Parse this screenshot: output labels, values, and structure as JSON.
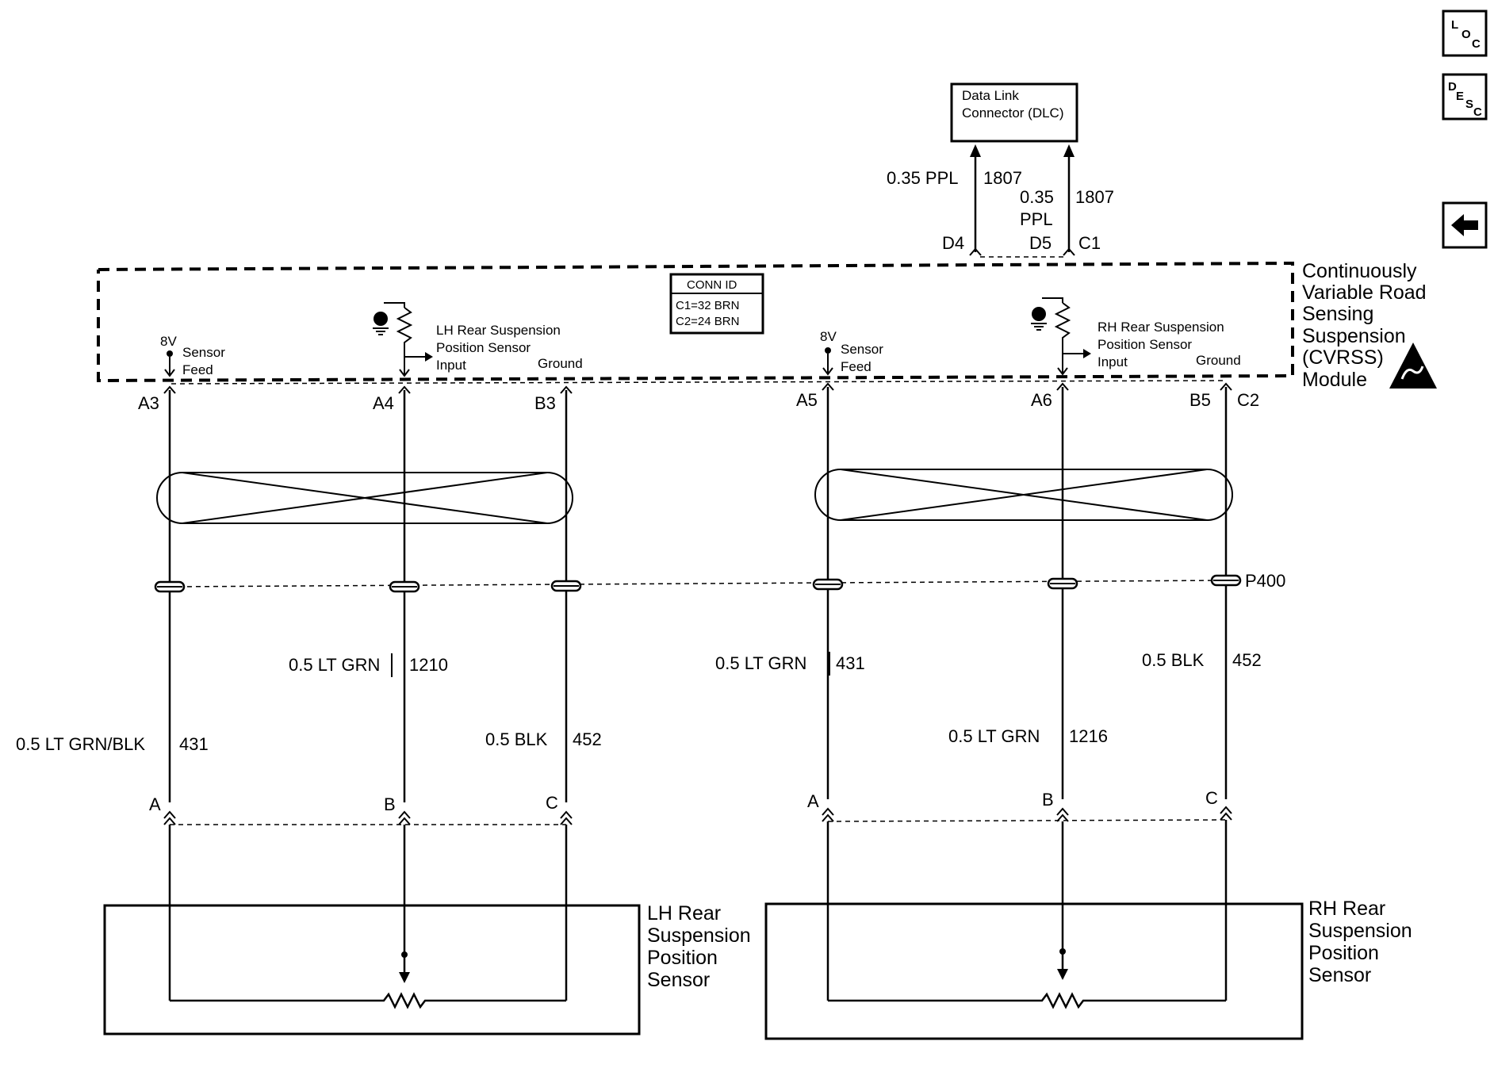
{
  "nav": {
    "loc_button": {
      "main": "L",
      "sub": "O",
      "sub2": "C"
    },
    "desc_button": {
      "main": "D",
      "sub": "E",
      "sub2": "S",
      "sub3": "C"
    },
    "back_icon": "left-arrow-icon"
  },
  "dlc": {
    "line1": "Data Link",
    "line2": "Connector (DLC)"
  },
  "dlc_wires": {
    "left": {
      "gauge_color": "0.35 PPL",
      "circuit": "1807",
      "pin": "D4"
    },
    "right": {
      "gauge": "0.35",
      "color": "PPL",
      "circuit": "1807",
      "pin": "D5",
      "connector": "C1"
    }
  },
  "module": {
    "line1": "Continuously",
    "line2": "Variable Road",
    "line3": "Sensing",
    "line4": "Suspension",
    "line5": "(CVRSS)",
    "line6": "Module",
    "esd_icon": "esd-warning-icon"
  },
  "conn_id": {
    "title": "CONN ID",
    "c1": "C1=32 BRN",
    "c2": "C2=24 BRN"
  },
  "left_internal": {
    "voltage": "8V",
    "feed_line1": "Sensor",
    "feed_line2": "Feed",
    "sensor_line1": "LH Rear Suspension",
    "sensor_line2": "Position Sensor",
    "input": "Input",
    "ground": "Ground"
  },
  "right_internal": {
    "voltage": "8V",
    "feed_line1": "Sensor",
    "feed_line2": "Feed",
    "sensor_line1": "RH Rear Suspension",
    "sensor_line2": "Position Sensor",
    "input": "Input",
    "ground": "Ground"
  },
  "module_pins": [
    "A3",
    "A4",
    "B3",
    "A5",
    "A6",
    "B5",
    "C2"
  ],
  "pass_through": "P400",
  "wires": [
    {
      "color": "0.5 LT GRN/BLK",
      "circuit": "431"
    },
    {
      "color": "0.5 LT GRN",
      "circuit": "1210"
    },
    {
      "color": "0.5 BLK",
      "circuit": "452"
    },
    {
      "color": "0.5 LT GRN",
      "circuit": "431"
    },
    {
      "color": "0.5 LT GRN",
      "circuit": "1216"
    },
    {
      "color": "0.5 BLK",
      "circuit": "452"
    }
  ],
  "sensor_pins": [
    "A",
    "B",
    "C",
    "A",
    "B",
    "C"
  ],
  "lh_sensor": {
    "line1": "LH Rear",
    "line2": "Suspension",
    "line3": "Position",
    "line4": "Sensor"
  },
  "rh_sensor": {
    "line1": "RH Rear",
    "line2": "Suspension",
    "line3": "Position",
    "line4": "Sensor"
  }
}
